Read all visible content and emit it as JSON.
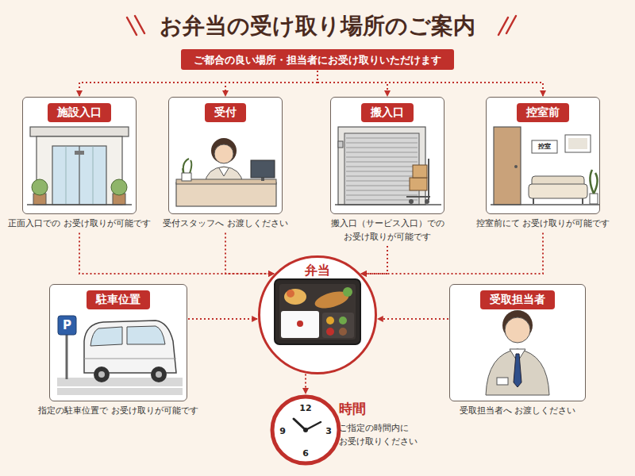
{
  "diagram": {
    "title": "お弁当の受け取り場所のご案内",
    "nodes": [
      {
        "text": [
          "ご都合の良い場所・担当者にお受け取りいただけます"
        ]
      },
      {
        "text": [
          "施設入口",
          "正面入口での お受け取りが可能です"
        ]
      },
      {
        "text": [
          "受付",
          "受付スタッフへ お渡しください"
        ]
      },
      {
        "text": [
          "搬入口",
          "搬入口（サービス入口）での お受け取りが可能です"
        ]
      },
      {
        "text": [
          "控室前",
          "控室前にて お受け取りが可能です"
        ]
      },
      {
        "text": [
          "弁当"
        ]
      },
      {
        "text": [
          "駐車位置",
          "指定の駐車位置で お受け取りが可能です"
        ]
      },
      {
        "text": [
          "受取担当者",
          "受取担当者へ お渡しください"
        ]
      },
      {
        "text": [
          "時間",
          "ご指定の時間内に お受け取りください"
        ]
      }
    ],
    "edges": [
      {
        "from": 0,
        "to": 1,
        "arrow": "to"
      },
      {
        "from": 0,
        "to": 2,
        "arrow": "to"
      },
      {
        "from": 0,
        "to": 3,
        "arrow": "to"
      },
      {
        "from": 0,
        "to": 4,
        "arrow": "to"
      },
      {
        "from": 1,
        "to": 5,
        "arrow": "to"
      },
      {
        "from": 2,
        "to": 5,
        "arrow": "to"
      },
      {
        "from": 3,
        "to": 5,
        "arrow": "to"
      },
      {
        "from": 4,
        "to": 5,
        "arrow": "to"
      },
      {
        "from": 6,
        "to": 5,
        "arrow": "to"
      },
      {
        "from": 7,
        "to": 5,
        "arrow": "to"
      },
      {
        "from": 5,
        "to": 8,
        "arrow": "to"
      }
    ],
    "labels": [
      "控室",
      "P",
      "12",
      "3",
      "6",
      "9"
    ]
  }
}
